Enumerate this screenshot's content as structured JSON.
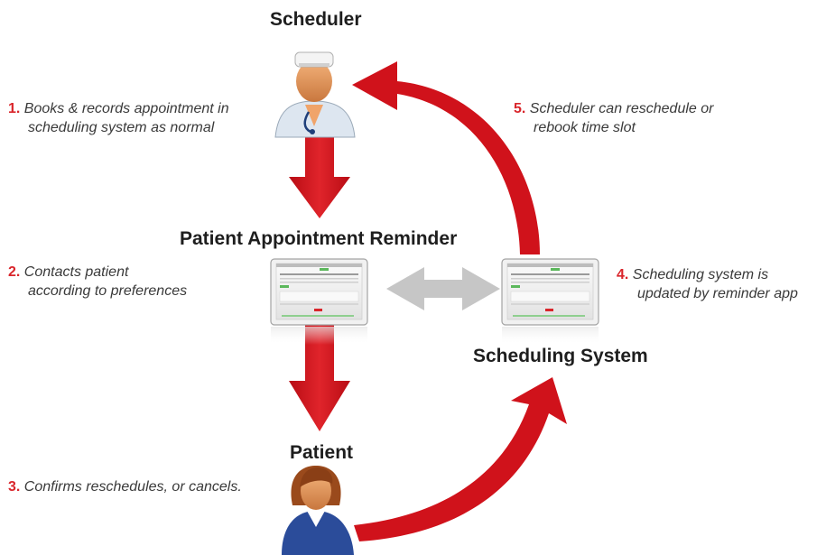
{
  "nodes": {
    "scheduler": "Scheduler",
    "reminder": "Patient Appointment Reminder",
    "scheduling_system": "Scheduling System",
    "patient": "Patient"
  },
  "steps": [
    {
      "num": "1.",
      "lines": [
        "Books & records appointment in",
        "scheduling system as normal"
      ]
    },
    {
      "num": "2.",
      "lines": [
        "Contacts patient",
        "according to preferences"
      ]
    },
    {
      "num": "3.",
      "lines": [
        "Confirms reschedules, or cancels."
      ]
    },
    {
      "num": "4.",
      "lines": [
        "Scheduling system is",
        "updated by reminder app"
      ]
    },
    {
      "num": "5.",
      "lines": [
        "Scheduler can reschedule or",
        "rebook time slot"
      ]
    }
  ],
  "colors": {
    "arrow_red": "#d0121b",
    "arrow_gray": "#c6c6c6",
    "step_number": "#d9252b"
  },
  "icons": [
    "scheduler-nurse-icon",
    "patient-woman-icon",
    "app-screen-icon"
  ]
}
